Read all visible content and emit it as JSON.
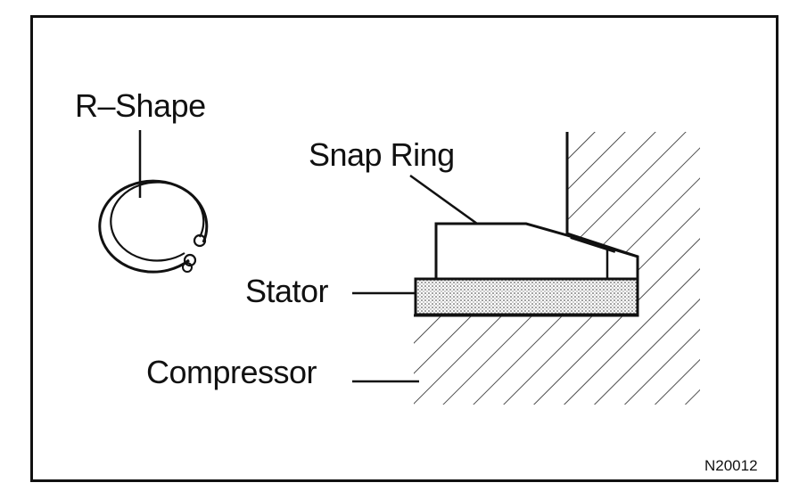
{
  "labels": {
    "r_shape": "R–Shape",
    "snap_ring": "Snap Ring",
    "stator": "Stator",
    "compressor": "Compressor",
    "figure_code": "N20012"
  }
}
